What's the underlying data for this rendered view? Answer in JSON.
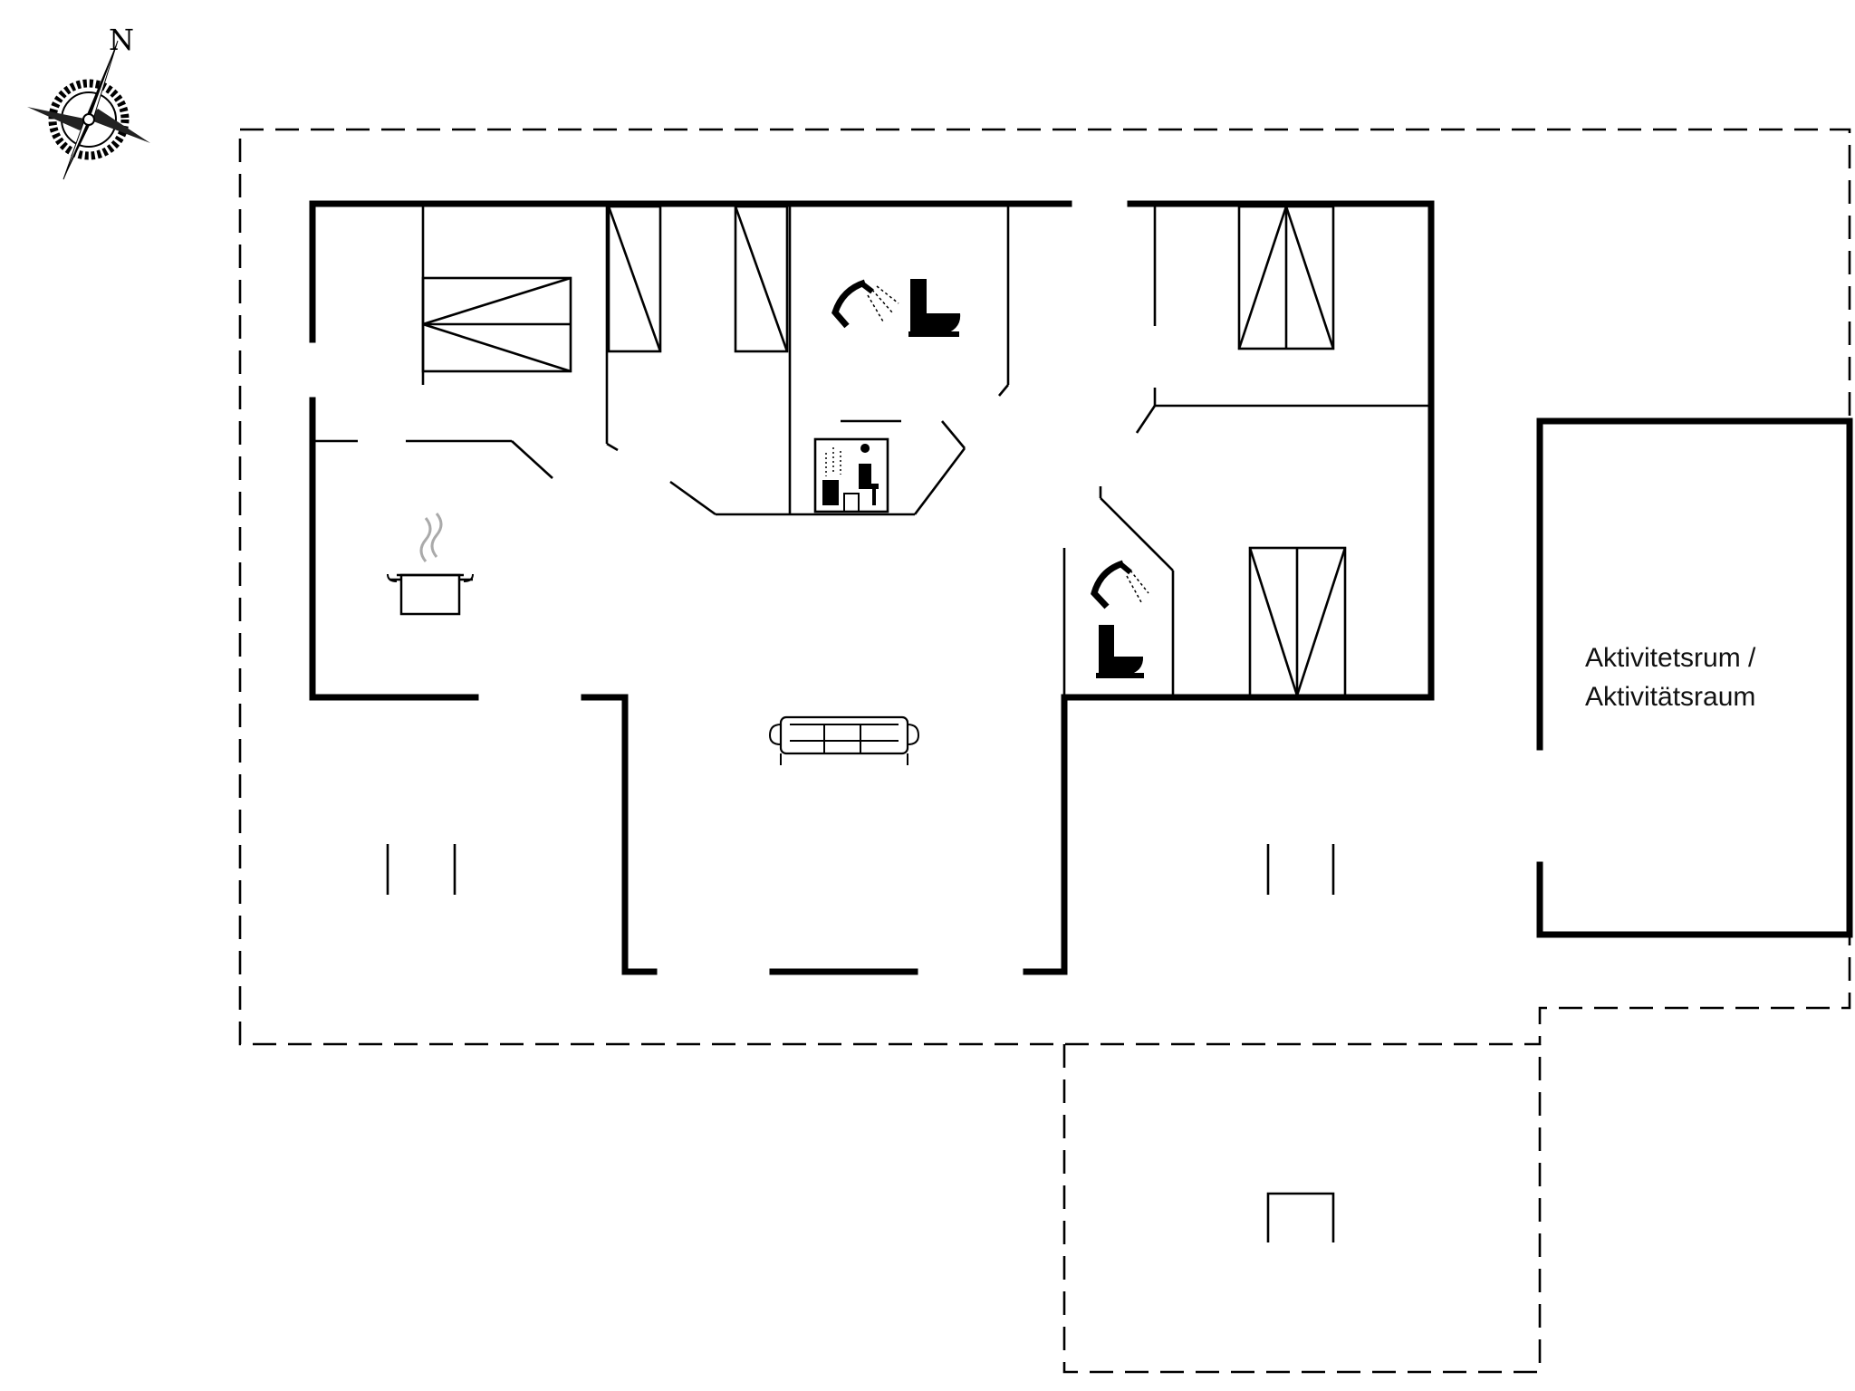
{
  "compass": {
    "north_label": "N",
    "icon": "compass-rose-icon"
  },
  "rooms": {
    "activity_room": {
      "label_line1": "Aktivitetsrum /",
      "label_line2": "Aktivitätsraum"
    }
  },
  "icons": [
    "compass-rose-icon",
    "shower-icon",
    "toilet-icon",
    "sauna-icon",
    "cooking-pot-icon",
    "sofa-icon",
    "bed-icon",
    "outdoor-shower-icon"
  ]
}
